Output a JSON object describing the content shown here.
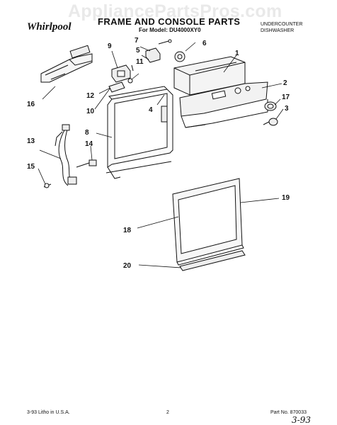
{
  "watermark": "AppliancePartsPros.com",
  "brand": "Whirlpool",
  "title": "FRAME AND CONSOLE PARTS",
  "model": "For Model: DU4000XY0",
  "appliance_type": [
    "UNDERCOUNTER",
    "DISHWASHER"
  ],
  "callouts": [
    "16",
    "9",
    "7",
    "5",
    "11",
    "12",
    "10",
    "4",
    "6",
    "1",
    "2",
    "17",
    "3",
    "8",
    "13",
    "14",
    "15",
    "19",
    "18",
    "20"
  ],
  "footer": {
    "left": "3-93 Litho in U.S.A.",
    "page": "2",
    "right": "Part No. 870033"
  },
  "handwritten": "3-93"
}
